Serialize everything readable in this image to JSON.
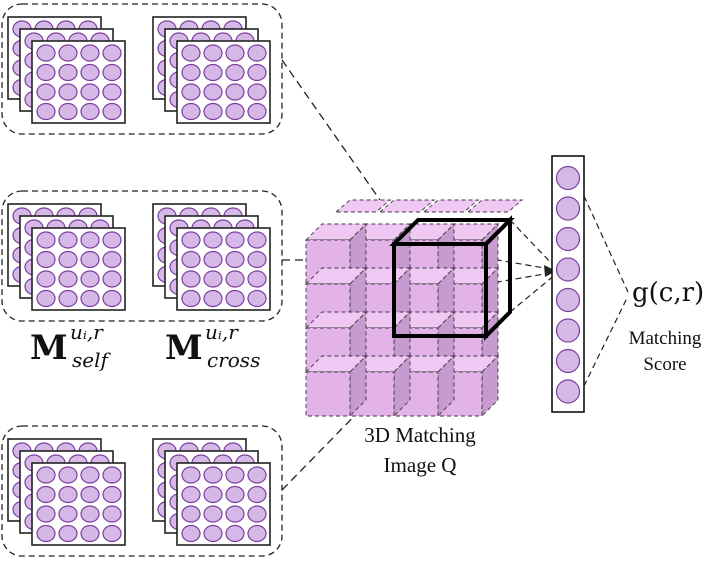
{
  "caption_3d": [
    "3D Matching",
    "Image Q"
  ],
  "output_label": "g(c,r)",
  "score_caption": [
    "Matching",
    "Score"
  ],
  "matrix_self": {
    "symbol": "M",
    "superscript": "uᵢ,r",
    "subscript": "self"
  },
  "matrix_cross": {
    "symbol": "M",
    "superscript": "uᵢ,r",
    "subscript": "cross"
  },
  "colors": {
    "circle_fill": "#d6b8e6",
    "circle_stroke": "#7a3fa0",
    "cube_fill": "#e2b2e8",
    "cube_stroke": "#3a3a3a"
  }
}
